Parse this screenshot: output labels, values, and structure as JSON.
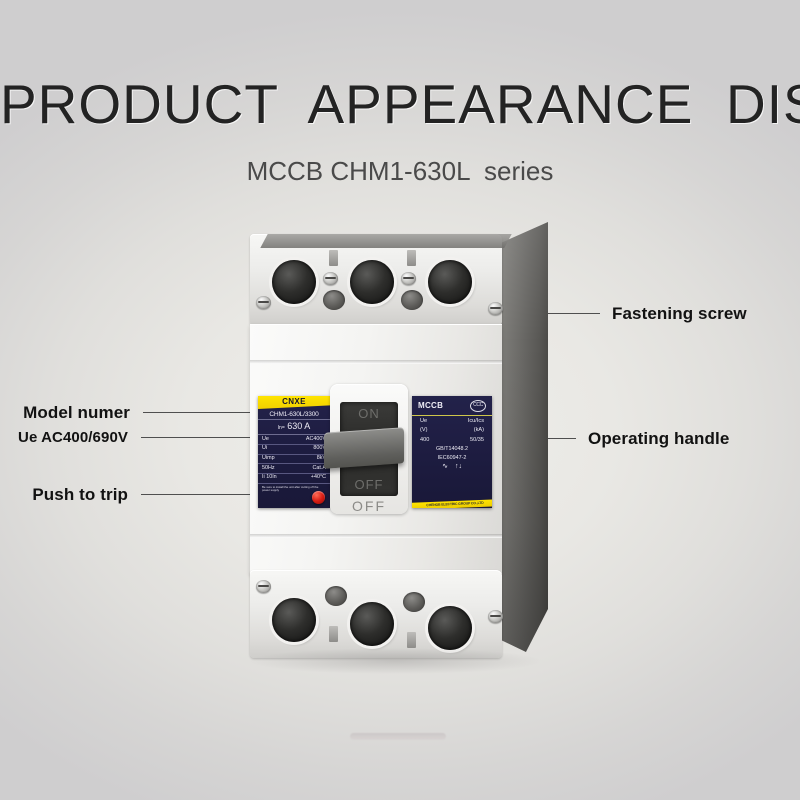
{
  "header": {
    "title": "PRODUCT  APPEARANCE  DISPLAY",
    "subtitle": "MCCB CHM1-630L  series"
  },
  "callouts": {
    "fastening_screw": "Fastening screw",
    "operating_handle": "Operating handle",
    "model_number": "Model numer",
    "rated_voltage": "Ue AC400/690V",
    "push_to_trip": "Push to trip"
  },
  "product": {
    "handle": {
      "on": "ON",
      "off": "OFF",
      "window_on": "ON",
      "window_off": "OFF"
    },
    "left_plate": {
      "brand": "CNXE",
      "model": "CHM1-630L/3300",
      "current_label": "In=",
      "current_value": "630 A",
      "rows": [
        {
          "key": "Ue",
          "value": "AC400V"
        },
        {
          "key": "Ui",
          "value": "800V"
        },
        {
          "key": "Uimp",
          "value": "8kV"
        },
        {
          "key": "50Hz",
          "value": "Cat.A"
        },
        {
          "key": "Ii  10In",
          "value": "+40°C"
        }
      ],
      "fine_print": "Be sure to install the unit after cutting off the power supply"
    },
    "right_plate": {
      "title": "MCCB",
      "cert_mark": "CCC",
      "col_left_header": "Ue",
      "col_right_header": "Icu/Ics",
      "col_left_unit": "(V)",
      "col_right_unit": "(kA)",
      "col_left_value": "400",
      "col_right_value": "50/35",
      "standards": [
        "GB/T14048.2",
        "IEC60947-2"
      ],
      "marks": [
        "∿",
        "↑↓"
      ],
      "manufacturer": "CHENGB ELECTRIC GROUP CO.,LTD"
    }
  }
}
